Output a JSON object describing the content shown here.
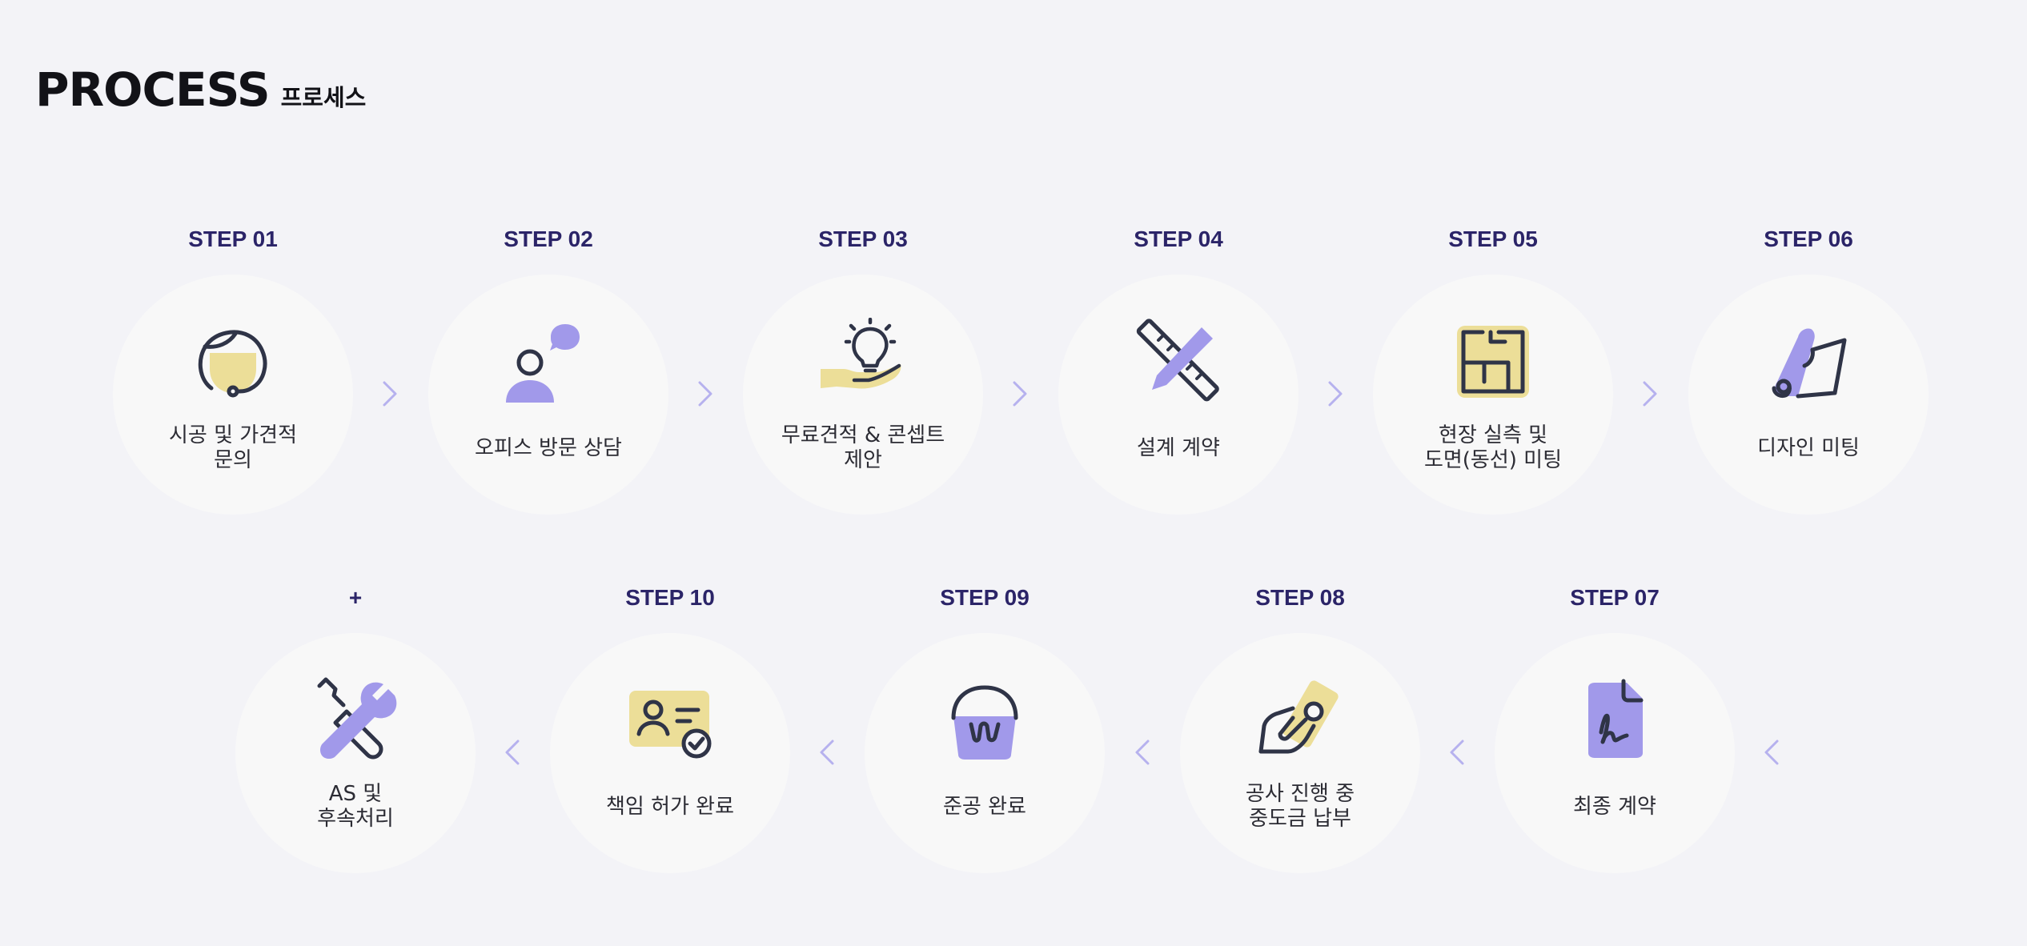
{
  "header": {
    "title": "PROCESS",
    "subtitle": "프로세스"
  },
  "steps": [
    {
      "label": "STEP 01",
      "lines": [
        "시공 및 가견적",
        "문의"
      ],
      "icon": "headset-icon"
    },
    {
      "label": "STEP 02",
      "lines": [
        "오피스 방문 상담"
      ],
      "icon": "consultation-icon"
    },
    {
      "label": "STEP 03",
      "lines": [
        "무료견적 & 콘셉트",
        "제안"
      ],
      "icon": "idea-hand-icon"
    },
    {
      "label": "STEP 04",
      "lines": [
        "설계 계약"
      ],
      "icon": "ruler-pencil-icon"
    },
    {
      "label": "STEP 05",
      "lines": [
        "현장 실측 및",
        "도면(동선) 미팅"
      ],
      "icon": "floor-plan-icon"
    },
    {
      "label": "STEP 06",
      "lines": [
        "디자인 미팅"
      ],
      "icon": "scroll-icon"
    },
    {
      "label": "STEP 07",
      "lines": [
        "최종 계약"
      ],
      "icon": "signed-document-icon"
    },
    {
      "label": "STEP 08",
      "lines": [
        "공사 진행 중",
        "중도금 납부"
      ],
      "icon": "payment-hand-icon"
    },
    {
      "label": "STEP 09",
      "lines": [
        "준공 완료"
      ],
      "icon": "paint-bucket-icon"
    },
    {
      "label": "STEP 10",
      "lines": [
        "책임 허가 완료"
      ],
      "icon": "verified-id-icon"
    },
    {
      "label": "+",
      "lines": [
        "AS 및",
        "후속처리"
      ],
      "icon": "tools-icon"
    }
  ],
  "colors": {
    "label": "#2b2468",
    "purple": "#a199ea",
    "yellow": "#ecde98",
    "stroke": "#2f3447",
    "arrow": "#b6b1ee"
  }
}
